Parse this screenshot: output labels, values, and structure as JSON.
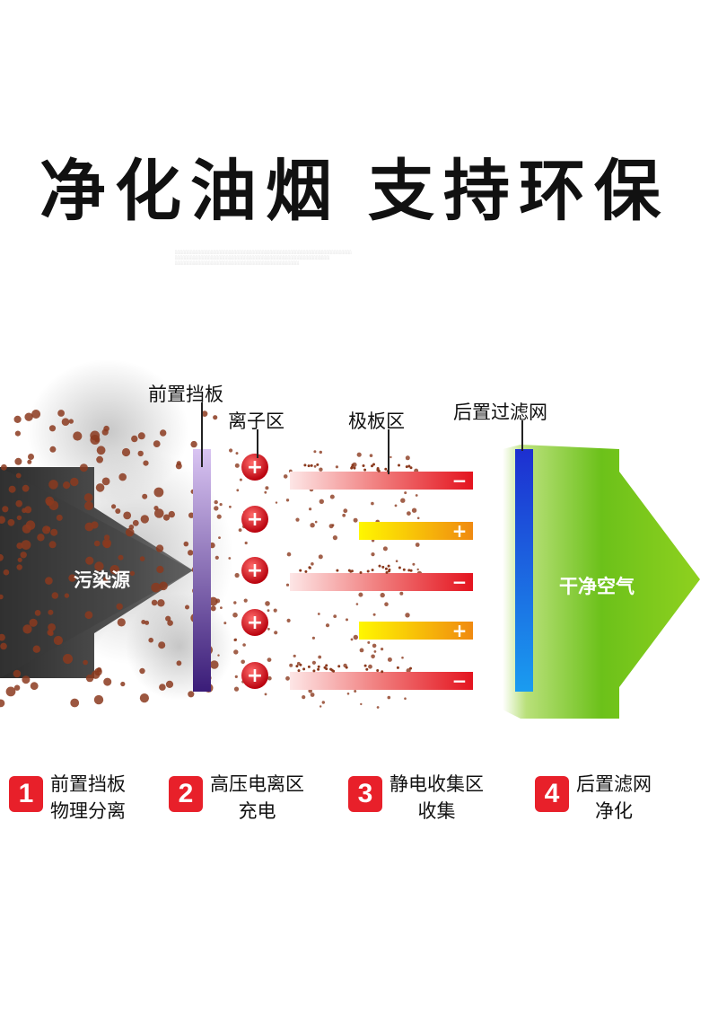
{
  "title": {
    "left": "净化油烟",
    "right": "支持环保"
  },
  "labels": {
    "baffle": "前置挡板",
    "ion_zone": "离子区",
    "plate_zone": "极板区",
    "rear_filter": "后置过滤网",
    "source": "污染源",
    "clean_air": "干净空气"
  },
  "plates": [
    "−",
    "+",
    "−",
    "+",
    "−"
  ],
  "charge_symbol": "+",
  "colors": {
    "particle": "#8b3a1e",
    "negative_plate": "#e8202a",
    "positive_plate": "#f39c12",
    "clean_arrow": "#7cc520",
    "filter": "#1a5fd8",
    "badge": "#e8202a"
  },
  "steps": [
    {
      "num": "1",
      "line1": "前置挡板",
      "line2": "物理分离"
    },
    {
      "num": "2",
      "line1": "高压电离区",
      "line2": "充电"
    },
    {
      "num": "3",
      "line1": "静电收集区",
      "line2": "收集"
    },
    {
      "num": "4",
      "line1": "后置滤网",
      "line2": "净化"
    }
  ]
}
